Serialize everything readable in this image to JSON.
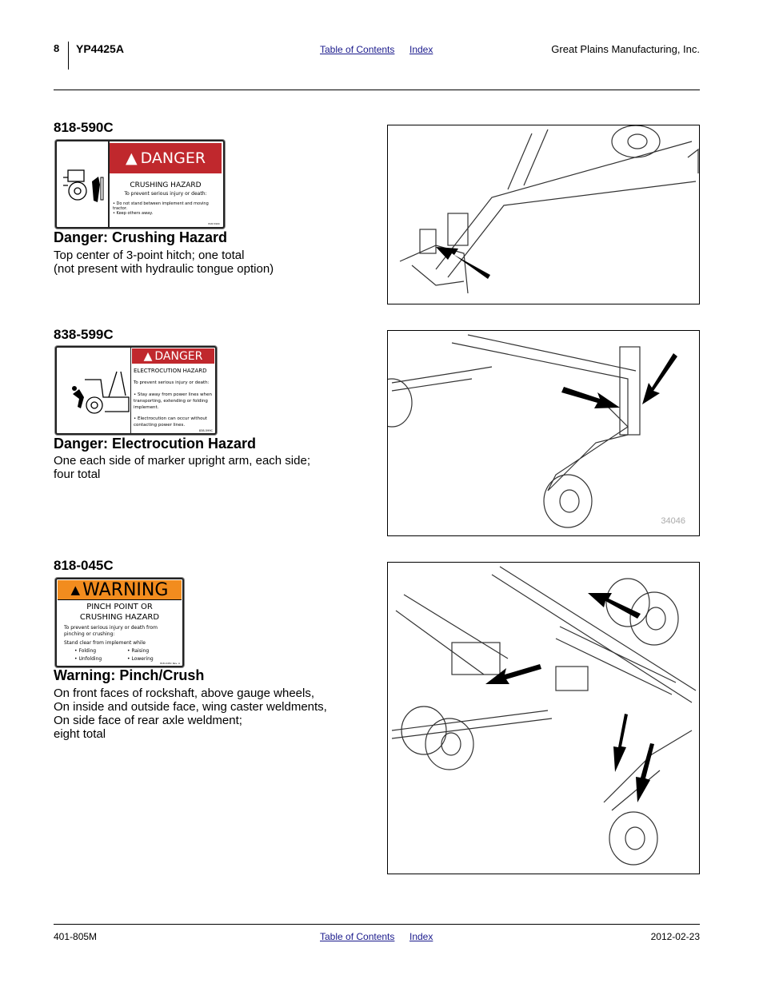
{
  "header": {
    "page_number": "8",
    "model": "YP4425A",
    "toc_link": "Table of Contents",
    "index_link": "Index",
    "company": "Great Plains Manufacturing, Inc."
  },
  "sections": [
    {
      "code": "818-590C",
      "title": "Danger: Crushing Hazard",
      "description": [
        "Top center of 3-point hitch; one total",
        "(not present with hydraulic tongue option)"
      ],
      "decal": {
        "signal": "DANGER",
        "hazard": "CRUSHING  HAZARD",
        "intro": "To prevent serious injury or death:",
        "bullets": [
          "Do not stand between implement and moving tractor.",
          "Keep others away."
        ],
        "part": "818-590C"
      }
    },
    {
      "code": "838-599C",
      "title": "Danger: Electrocution Hazard",
      "description": [
        "One each side of marker upright arm, each side;",
        "four total"
      ],
      "decal": {
        "signal": "DANGER",
        "hazard": "ELECTROCUTION HAZARD",
        "intro": "To prevent serious injury or death:",
        "bullets": [
          "Stay away from power lines when transporting, extending or folding implement.",
          "Electrocution can occur without contacting power lines."
        ],
        "part": "838-599C"
      },
      "figure_number": "34046"
    },
    {
      "code": "818-045C",
      "title": "Warning: Pinch/Crush",
      "description": [
        "On front faces of rockshaft, above gauge wheels,",
        "On inside and outside face, wing caster weldments,",
        "On side face of rear axle weldment;",
        "eight total"
      ],
      "decal": {
        "signal": "WARNING",
        "hazard1": "PINCH  POINT  OR",
        "hazard2": "CRUSHING  HAZARD",
        "intro": "To prevent serious injury or death from pinching or crushing:",
        "stand": "Stand clear from implement while",
        "bullets": [
          "Folding",
          "Raising",
          "Unfolding",
          "Lowering"
        ],
        "part": "818-045C Rev. A"
      }
    }
  ],
  "colors": {
    "danger_red": "#c0282d",
    "warning_orange": "#f28c1e"
  },
  "footer": {
    "doc_number": "401-805M",
    "toc_link": "Table of Contents",
    "index_link": "Index",
    "date": "2012-02-23"
  }
}
